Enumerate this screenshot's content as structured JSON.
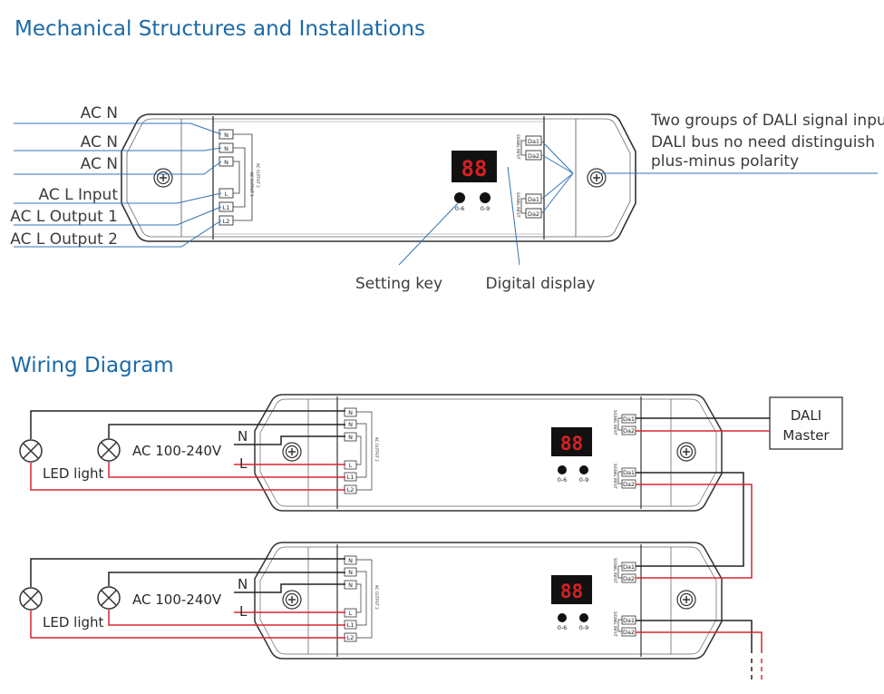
{
  "section_titles": {
    "mechanical": "Mechanical Structures and Installations",
    "wiring": "Wiring Diagram"
  },
  "mechanical": {
    "left_labels": [
      "AC N",
      "AC N",
      "AC N",
      "AC L Input",
      "AC L Output 1",
      "AC L Output 2"
    ],
    "right_note_lines": [
      "Two groups of DALI signal input",
      "DALI bus no need distinguish",
      "plus-minus polarity"
    ],
    "setting_key_label": "Setting key",
    "digital_display_label": "Digital display"
  },
  "device": {
    "terminals_left": [
      "N",
      "N",
      "N",
      "L",
      "L1",
      "L2"
    ],
    "terminals_right": [
      "Da1",
      "Da2",
      "Da1",
      "Da2"
    ],
    "signal_input_label": "SIGNAL INPUT",
    "ac_output_labels": [
      "AC OUTPUT 2",
      "AC OUTPUT 1"
    ],
    "display_digits": "88",
    "key_labels": [
      "0-6",
      "0-9"
    ]
  },
  "wiring": {
    "unit1": {
      "load_label": "LED light",
      "supply_label": "AC 100-240V",
      "n_label": "N",
      "l_label": "L"
    },
    "unit2": {
      "load_label": "LED light",
      "supply_label": "AC 100-240V",
      "n_label": "N",
      "l_label": "L"
    },
    "dali_master_lines": [
      "DALI",
      "Master"
    ]
  },
  "colors": {
    "title_blue": "#1b6aa8",
    "leader_blue": "#2f74b5",
    "wire_red": "#d8262e",
    "wire_black": "#222222"
  }
}
